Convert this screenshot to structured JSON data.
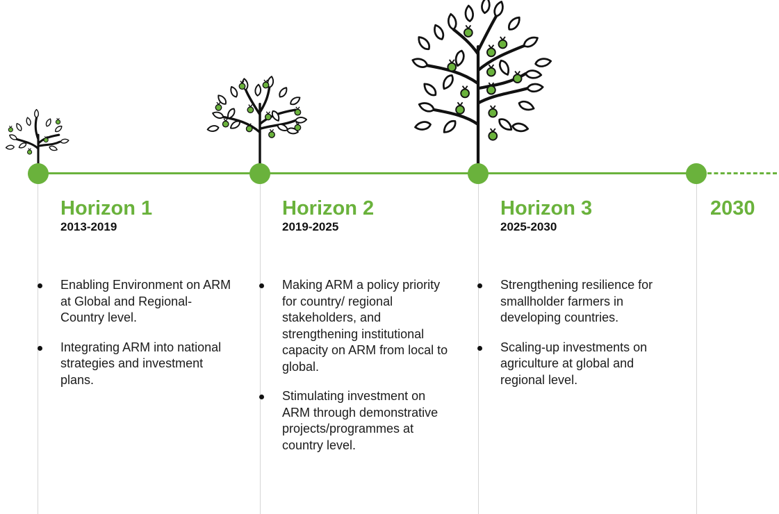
{
  "colors": {
    "accent": "#6ab23c",
    "text": "#1b1b1b",
    "guide": "#d6d6d6"
  },
  "horizons": [
    {
      "title": "Horizon 1",
      "years": "2013-2019",
      "bullets": [
        "Enabling Environment on ARM at Global and Regional-Country level.",
        "Integrating ARM into national strategies and investment plans."
      ]
    },
    {
      "title": "Horizon 2",
      "years": "2019-2025",
      "bullets": [
        "Making ARM a policy priority for  country/ regional stakeholders, and strengthening institutional capacity on ARM from local to global.",
        "Stimulating investment on ARM through demonstrative projects/programmes at country level."
      ]
    },
    {
      "title": "Horizon 3",
      "years": "2025-2030",
      "bullets": [
        "Strengthening resilience for smallholder farmers in developing countries.",
        "Scaling-up investments on agriculture at global and regional level."
      ]
    }
  ],
  "end_label": "2030",
  "icons": [
    "small-tree-icon",
    "medium-tree-icon",
    "large-tree-icon"
  ]
}
